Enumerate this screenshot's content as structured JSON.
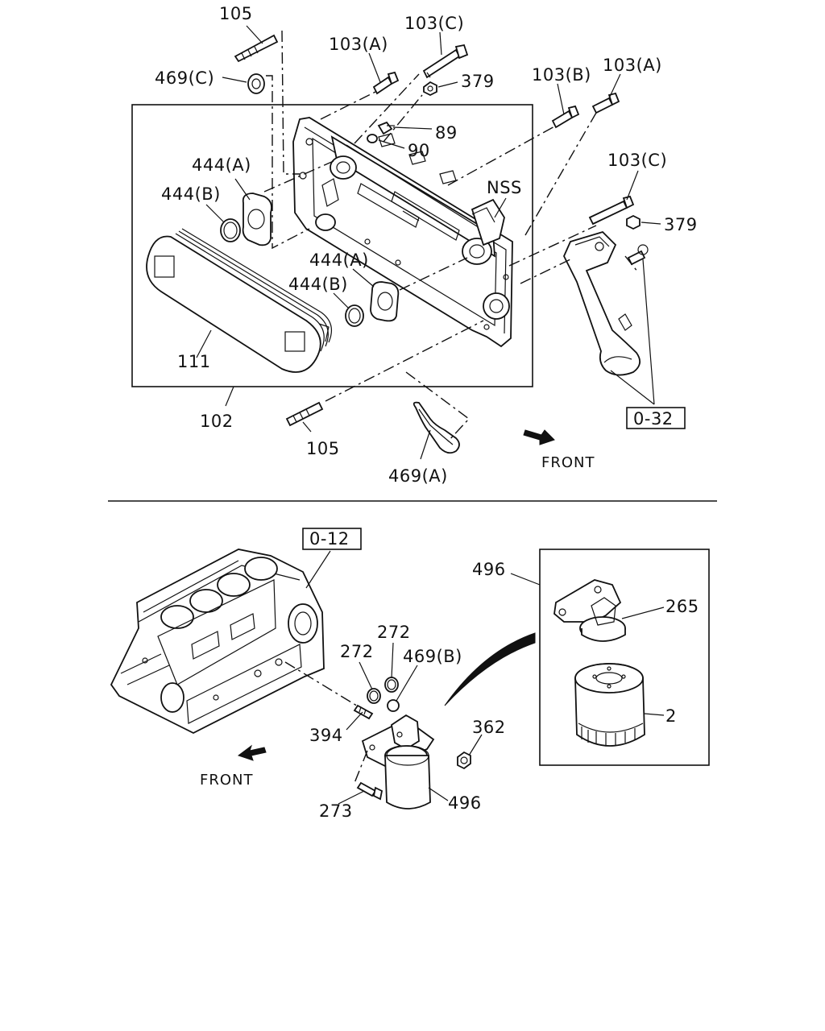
{
  "top_section": {
    "labels": {
      "l105_top": "105",
      "l103c_top": "103(C)",
      "l469c": "469(C)",
      "l103a_top": "103(A)",
      "l379_top": "379",
      "l103b": "103(B)",
      "l103a_right": "103(A)",
      "l89": "89",
      "l90": "90",
      "l444a_1": "444(A)",
      "l444b_1": "444(B)",
      "lnss": "NSS",
      "l103c_right": "103(C)",
      "l379_right": "379",
      "l444a_2": "444(A)",
      "l444b_2": "444(B)",
      "l111": "111",
      "l102": "102",
      "l105_bottom": "105",
      "l469a": "469(A)",
      "ref_032": "0-32",
      "front": "FRONT"
    }
  },
  "bottom_section": {
    "labels": {
      "ref_012": "0-12",
      "l496_top": "496",
      "l265": "265",
      "l272_a": "272",
      "l272_b": "272",
      "l469b": "469(B)",
      "l2": "2",
      "l394": "394",
      "l362": "362",
      "l273": "273",
      "l496_bottom": "496",
      "front": "FRONT"
    }
  }
}
